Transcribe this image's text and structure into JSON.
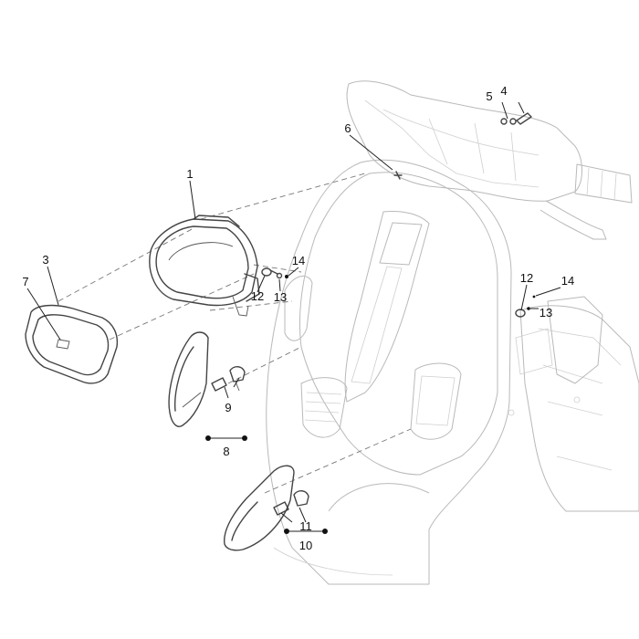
{
  "callouts": [
    {
      "id": "c1",
      "text": "1"
    },
    {
      "id": "c3",
      "text": "3"
    },
    {
      "id": "c4",
      "text": "4"
    },
    {
      "id": "c5",
      "text": "5"
    },
    {
      "id": "c6",
      "text": "6"
    },
    {
      "id": "c7",
      "text": "7"
    },
    {
      "id": "c8",
      "text": "8"
    },
    {
      "id": "c9",
      "text": "9"
    },
    {
      "id": "c10",
      "text": "10"
    },
    {
      "id": "c11",
      "text": "11"
    },
    {
      "id": "c12a",
      "text": "12"
    },
    {
      "id": "c12b",
      "text": "12"
    },
    {
      "id": "c13a",
      "text": "13"
    },
    {
      "id": "c13b",
      "text": "13"
    },
    {
      "id": "c14a",
      "text": "14"
    },
    {
      "id": "c14b",
      "text": "14"
    }
  ]
}
